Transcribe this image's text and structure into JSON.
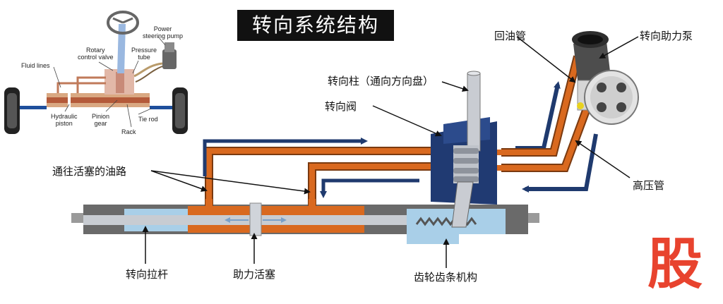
{
  "title": "转向系统结构",
  "labels": {
    "return_pipe": "回油管",
    "pump": "转向助力泵",
    "column": "转向柱（通向方向盘）",
    "valve": "转向阀",
    "fluid_to_piston": "通往活塞的油路",
    "high_pressure_pipe": "高压管",
    "tie_rod": "转向拉杆",
    "piston": "助力活塞",
    "rack_pinion": "齿轮齿条机构"
  },
  "inset": {
    "power_pump_1": "Power",
    "power_pump_2": "steering pump",
    "rotary_1": "Rotary",
    "rotary_2": "control valve",
    "pressure_1": "Pressure",
    "pressure_2": "tube",
    "fluid_lines": "Fluid lines",
    "hydraulic_1": "Hydraulic",
    "hydraulic_2": "piston",
    "pinion_1": "Pinion",
    "pinion_2": "gear",
    "tie_rod": "Tie rod",
    "rack": "Rack"
  },
  "watermark": "股",
  "colors": {
    "pipe_orange": "#d9691f",
    "arrow_navy": "#1f3a6e",
    "valve_navy": "#203a72",
    "cylinder_gray": "#6a6a6a",
    "fluid_blue": "#a9cfe8",
    "watermark_red": "#e8432e"
  }
}
